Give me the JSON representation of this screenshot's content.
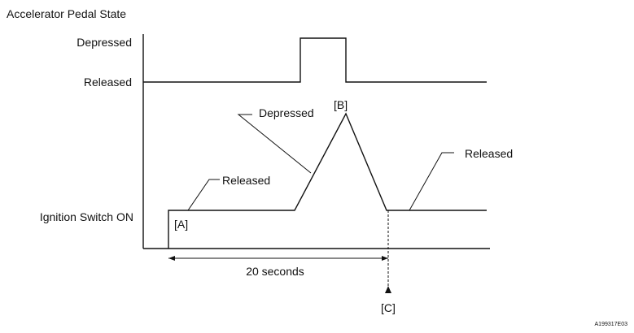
{
  "title": "Accelerator Pedal State",
  "levels": {
    "depressed": "Depressed",
    "released": "Released",
    "ignition": "Ignition Switch ON"
  },
  "callouts": {
    "released_left": "Released",
    "depressed_mid": "Depressed",
    "released_right": "Released"
  },
  "points": {
    "a": "[A]",
    "b": "[B]",
    "c": "[C]"
  },
  "duration_label": "20 seconds",
  "figure_id": "A199317E03"
}
